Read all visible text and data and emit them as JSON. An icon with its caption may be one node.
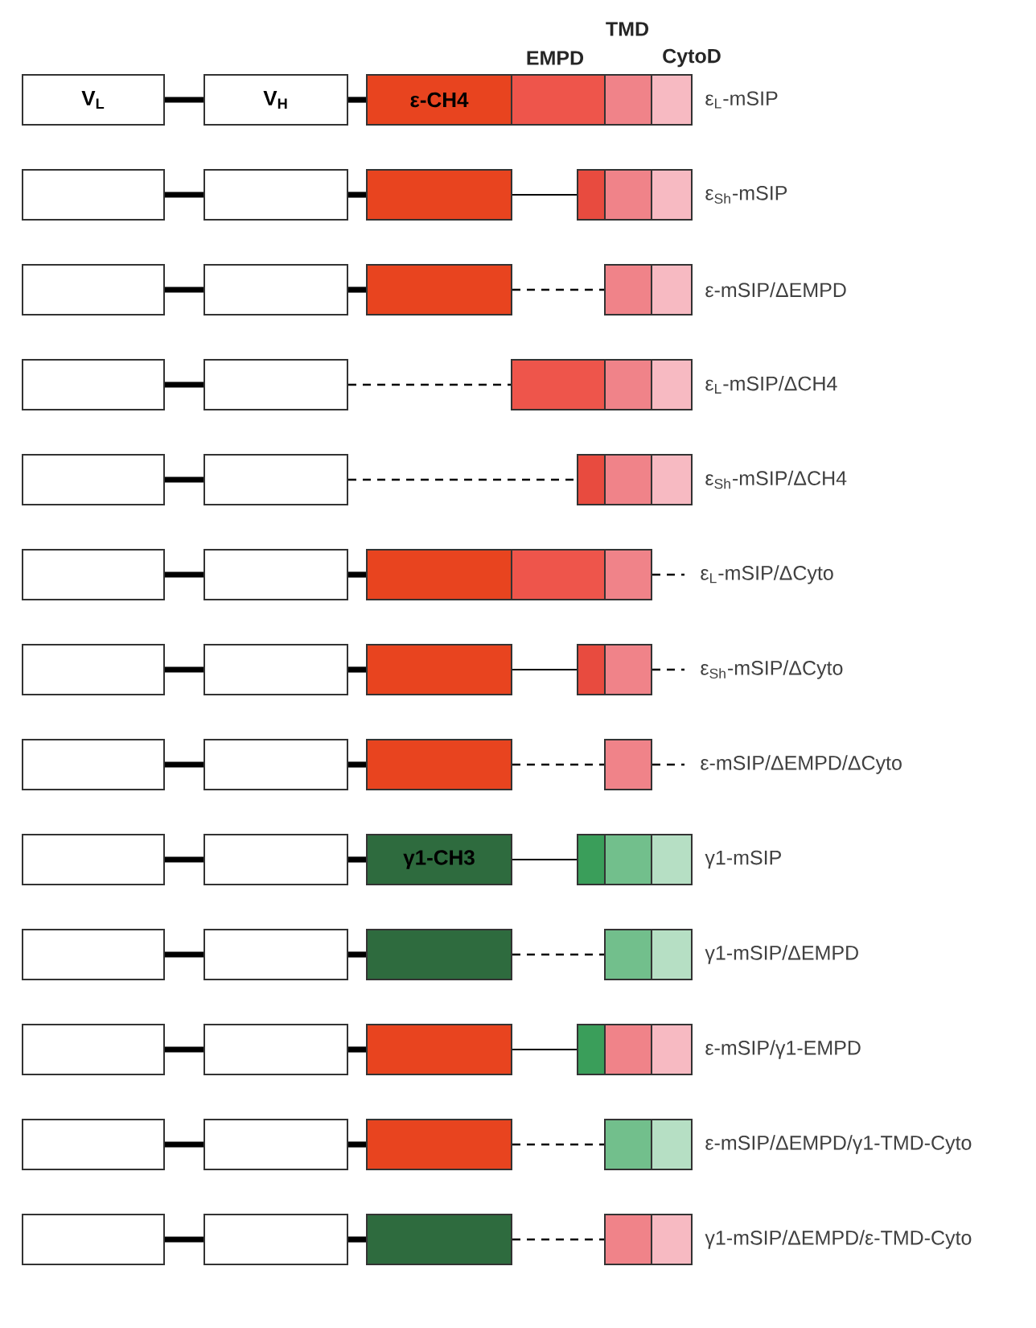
{
  "diagram": {
    "nodes": [
      {
        "text": [
          "V$_{L}$"
        ]
      },
      {
        "text": [
          "V$_{H}$"
        ]
      },
      {
        "text": [
          "ε-CH4"
        ]
      },
      {
        "text": [],
        "shape": "box"
      },
      {
        "text": [],
        "shape": "box"
      },
      {
        "text": [],
        "shape": "box",
        "beside": [
          "ε$_{L}$-mSIP"
        ]
      },
      {
        "text": [],
        "shape": "box"
      },
      {
        "text": [],
        "shape": "box"
      },
      {
        "text": [],
        "shape": "box"
      },
      {
        "text": [],
        "shape": "box"
      },
      {
        "text": [],
        "shape": "box"
      },
      {
        "text": [],
        "shape": "box",
        "beside": [
          "ε$_{Sh}$-mSIP"
        ]
      },
      {
        "text": [],
        "shape": "box"
      },
      {
        "text": [],
        "shape": "box"
      },
      {
        "text": [],
        "shape": "box"
      },
      {
        "text": [],
        "shape": "box"
      },
      {
        "text": [],
        "shape": "box",
        "beside": [
          "ε-mSIP/ΔEMPD"
        ]
      },
      {
        "text": [],
        "shape": "box"
      },
      {
        "text": [],
        "shape": "box"
      },
      {
        "text": [],
        "shape": "box"
      },
      {
        "text": [],
        "shape": "box"
      },
      {
        "text": [],
        "shape": "box",
        "beside": [
          "ε$_{L}$-mSIP/ΔCH4"
        ]
      },
      {
        "text": [],
        "shape": "box"
      },
      {
        "text": [],
        "shape": "box"
      },
      {
        "text": [],
        "shape": "box"
      },
      {
        "text": [],
        "shape": "box"
      },
      {
        "text": [],
        "shape": "box",
        "beside": [
          "ε$_{Sh}$-mSIP/ΔCH4"
        ]
      },
      {
        "text": [],
        "shape": "box"
      },
      {
        "text": [],
        "shape": "box"
      },
      {
        "text": [],
        "shape": "box"
      },
      {
        "text": [],
        "shape": "box"
      },
      {
        "text": [],
        "shape": "box",
        "beside": [
          "ε$_{L}$-mSIP/ΔCyto"
        ]
      },
      {
        "text": [],
        "shape": "box"
      },
      {
        "text": [],
        "shape": "box"
      },
      {
        "text": [],
        "shape": "box"
      },
      {
        "text": [],
        "shape": "box"
      },
      {
        "text": [],
        "shape": "box",
        "beside": [
          "ε$_{Sh}$-mSIP/ΔCyto"
        ]
      },
      {
        "text": [],
        "shape": "box"
      },
      {
        "text": [],
        "shape": "box"
      },
      {
        "text": [],
        "shape": "box"
      },
      {
        "text": [],
        "shape": "box",
        "beside": [
          "ε-mSIP/ΔEMPD/ΔCyto"
        ]
      },
      {
        "text": [],
        "shape": "box"
      },
      {
        "text": [],
        "shape": "box"
      },
      {
        "text": [
          "γ1-CH3"
        ]
      },
      {
        "text": [],
        "shape": "box"
      },
      {
        "text": [],
        "shape": "box"
      },
      {
        "text": [],
        "shape": "box",
        "beside": [
          "γ1-mSIP"
        ]
      },
      {
        "text": [],
        "shape": "box"
      },
      {
        "text": [],
        "shape": "box"
      },
      {
        "text": [],
        "shape": "box"
      },
      {
        "text": [],
        "shape": "box"
      },
      {
        "text": [],
        "shape": "box",
        "beside": [
          "γ1-mSIP/ΔEMPD"
        ]
      },
      {
        "text": [],
        "shape": "box"
      },
      {
        "text": [],
        "shape": "box"
      },
      {
        "text": [],
        "shape": "box"
      },
      {
        "text": [],
        "shape": "box"
      },
      {
        "text": [],
        "shape": "box"
      },
      {
        "text": [],
        "shape": "box",
        "beside": [
          "ε-mSIP/γ1-EMPD"
        ]
      },
      {
        "text": [],
        "shape": "box"
      },
      {
        "text": [],
        "shape": "box"
      },
      {
        "text": [],
        "shape": "box"
      },
      {
        "text": [],
        "shape": "box"
      },
      {
        "text": [],
        "shape": "box",
        "beside": [
          "ε-mSIP/ΔEMPD/γ1-TMD-Cyto"
        ]
      },
      {
        "text": [],
        "shape": "box"
      },
      {
        "text": [],
        "shape": "box"
      },
      {
        "text": [],
        "shape": "box"
      },
      {
        "text": [],
        "shape": "box"
      },
      {
        "text": [],
        "shape": "box",
        "beside": [
          "γ1-mSIP/ΔEMPD/ε-TMD-Cyto"
        ]
      }
    ],
    "edges": [
      {
        "from": 0,
        "to": 1,
        "arrow": "none"
      },
      {
        "from": 1,
        "to": 2,
        "arrow": "none"
      },
      {
        "from": 6,
        "to": 7,
        "arrow": "none"
      },
      {
        "from": 7,
        "to": 8,
        "arrow": "none"
      },
      {
        "from": 8,
        "to": 9,
        "arrow": "none"
      },
      {
        "from": 12,
        "to": 13,
        "arrow": "none"
      },
      {
        "from": 13,
        "to": 14,
        "arrow": "none"
      },
      {
        "from": 14,
        "to": 15,
        "arrow": "none",
        "style": "dashed"
      },
      {
        "from": 17,
        "to": 18,
        "arrow": "none"
      },
      {
        "from": 18,
        "to": 19,
        "arrow": "none",
        "style": "dashed"
      },
      {
        "from": 22,
        "to": 23,
        "arrow": "none"
      },
      {
        "from": 23,
        "to": 24,
        "arrow": "none",
        "style": "dashed"
      },
      {
        "from": 27,
        "to": 28,
        "arrow": "none"
      },
      {
        "from": 28,
        "to": 29,
        "arrow": "none"
      },
      {
        "from": 31,
        "to": null,
        "arrow": "none",
        "style": "dashed"
      },
      {
        "from": 32,
        "to": 33,
        "arrow": "none"
      },
      {
        "from": 33,
        "to": 34,
        "arrow": "none"
      },
      {
        "from": 34,
        "to": 35,
        "arrow": "none"
      },
      {
        "from": 36,
        "to": null,
        "arrow": "none",
        "style": "dashed"
      },
      {
        "from": 37,
        "to": 38,
        "arrow": "none"
      },
      {
        "from": 38,
        "to": 39,
        "arrow": "none"
      },
      {
        "from": 39,
        "to": 40,
        "arrow": "none",
        "style": "dashed"
      },
      {
        "from": 40,
        "to": null,
        "arrow": "none",
        "style": "dashed"
      },
      {
        "from": 41,
        "to": 42,
        "arrow": "none"
      },
      {
        "from": 42,
        "to": 43,
        "arrow": "none"
      },
      {
        "from": 43,
        "to": 44,
        "arrow": "none"
      },
      {
        "from": 47,
        "to": 48,
        "arrow": "none"
      },
      {
        "from": 48,
        "to": 49,
        "arrow": "none"
      },
      {
        "from": 49,
        "to": 50,
        "arrow": "none",
        "style": "dashed"
      },
      {
        "from": 52,
        "to": 53,
        "arrow": "none"
      },
      {
        "from": 53,
        "to": 54,
        "arrow": "none"
      },
      {
        "from": 54,
        "to": 55,
        "arrow": "none"
      },
      {
        "from": 58,
        "to": 59,
        "arrow": "none"
      },
      {
        "from": 59,
        "to": 60,
        "arrow": "none"
      },
      {
        "from": 60,
        "to": 61,
        "arrow": "none",
        "style": "dashed"
      },
      {
        "from": 63,
        "to": 64,
        "arrow": "none"
      },
      {
        "from": 64,
        "to": 65,
        "arrow": "none"
      },
      {
        "from": 65,
        "to": 66,
        "arrow": "none",
        "style": "dashed"
      }
    ],
    "labels": [
      "TMD",
      "EMPD",
      "CytoD"
    ]
  }
}
